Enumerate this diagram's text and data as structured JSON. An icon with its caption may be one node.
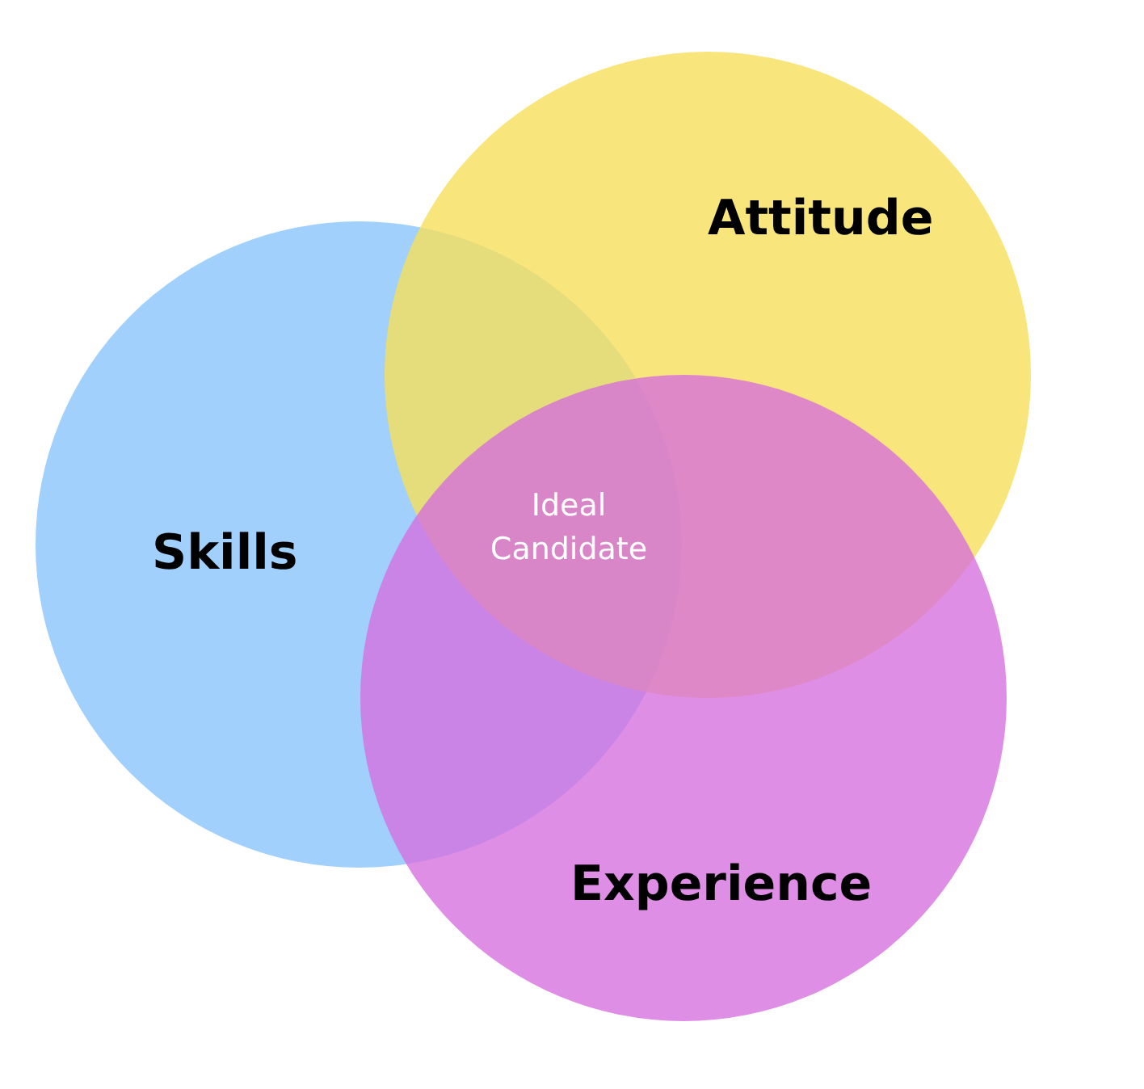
{
  "diagram": {
    "nodes": [
      {
        "text": [
          "Skills"
        ]
      },
      {
        "text": [
          "Attitude"
        ]
      },
      {
        "text": [
          "Experience"
        ]
      }
    ],
    "labels": [
      "Ideal Candidate"
    ]
  }
}
